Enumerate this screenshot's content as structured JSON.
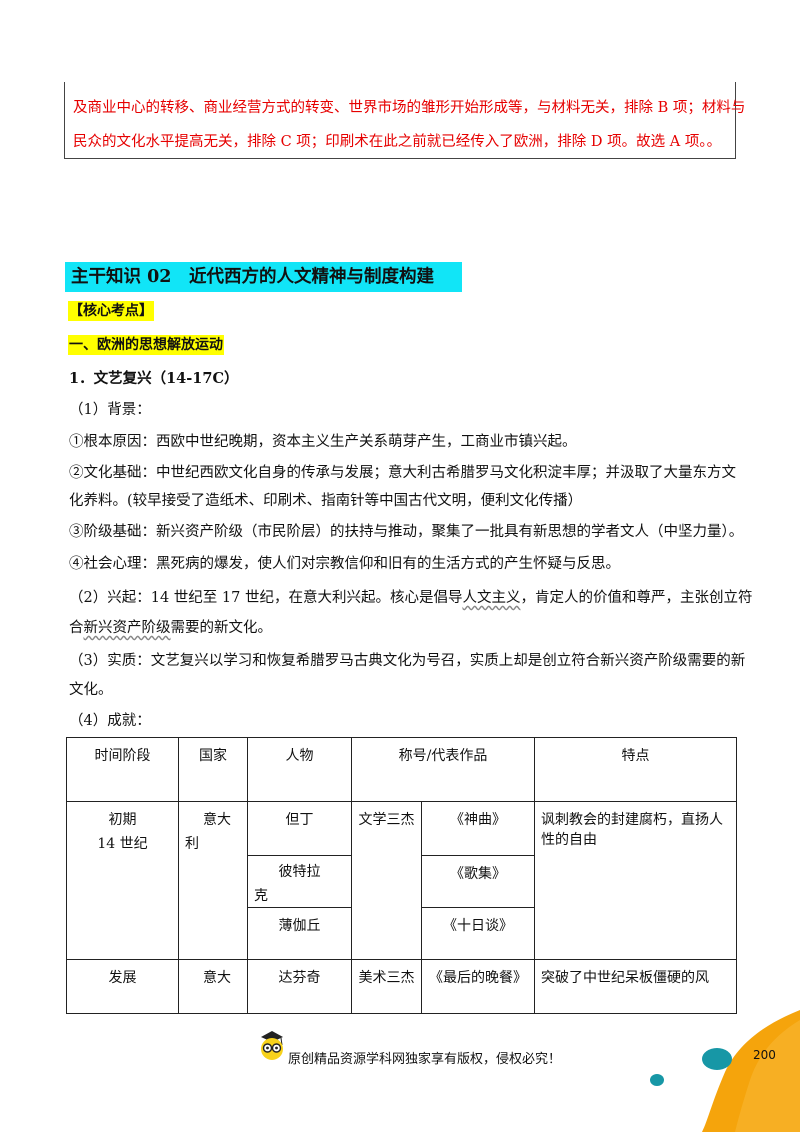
{
  "answer": {
    "line1": "及商业中心的转移、商业经营方式的转变、世界市场的雏形开始形成等，与材料无关，排除 B 项；材料与",
    "line2": "民众的文化水平提高无关，排除 C 项；印刷术在此之前就已经传入了欧洲，排除 D 项。故选 A 项。。"
  },
  "section": {
    "title": "主干知识 02　近代西方的人文精神与制度构建",
    "core_tag": "【核心考点】",
    "subheading": "一、欧洲的思想解放运动",
    "item1": "1．文艺复兴（14-17C）",
    "bg_label": "（1）背景：",
    "bg1": "①根本原因：西欧中世纪晚期，资本主义生产关系萌芽产生，工商业市镇兴起。",
    "bg2a": "②文化基础：中世纪西欧文化自身的传承与发展；意大利古希腊罗马文化积淀丰厚；并汲取了大量东方文",
    "bg2b": "化养料。(较早接受了造纸术、印刷术、指南针等中国古代文明，便利文化传播）",
    "bg3": "③阶级基础：新兴资产阶级（市民阶层）的扶持与推动，聚集了一批具有新思想的学者文人（中坚力量）。",
    "bg4": "④社会心理：黑死病的爆发，使人们对宗教信仰和旧有的生活方式的产生怀疑与反思。",
    "rise_a1": "（2）兴起：14 世纪至 17 世纪，在意大利兴起。核心是倡导",
    "rise_a2": "人文主义",
    "rise_a3": "，肯定人的价值和尊严，主张创立符",
    "rise_b1": "合",
    "rise_b2": "新兴资产阶级",
    "rise_b3": "需要的新文化。",
    "essence_a": "（3）实质：文艺复兴以学习和恢复希腊罗马古典文化为号召，实质上却是创立符合新兴资产阶级需要的新",
    "essence_b": "文化。",
    "achieve_label": "（4）成就："
  },
  "table": {
    "headers": [
      "时间阶段",
      "国家",
      "人物",
      "称号/代表作品",
      "特点"
    ],
    "row1": {
      "period": "初期",
      "century": "14 世纪",
      "country_a": "意大",
      "country_b": "利",
      "p1": "但丁",
      "p2a": "彼特拉",
      "p2b": "克",
      "p3": "薄伽丘",
      "title": "文学三杰",
      "w1": "《神曲》",
      "w2": "《歌集》",
      "w3": "《十日谈》",
      "feature": "讽刺教会的封建腐朽，直扬人性的自由"
    },
    "row2": {
      "period": "发展",
      "country": "意大",
      "person": "达芬奇",
      "title": "美术三杰",
      "work": "《最后的晚餐》",
      "feature": "突破了中世纪呆板僵硬的风"
    }
  },
  "footer": {
    "copyright": "原创精品资源学科网独家享有版权，侵权必究！",
    "page": "200"
  },
  "colors": {
    "heading_bg": "#11e5f7",
    "highlight": "#ffff00",
    "answer_text": "#e60000",
    "corner_orange": "#f5a40c",
    "corner_teal": "#1797a6"
  }
}
